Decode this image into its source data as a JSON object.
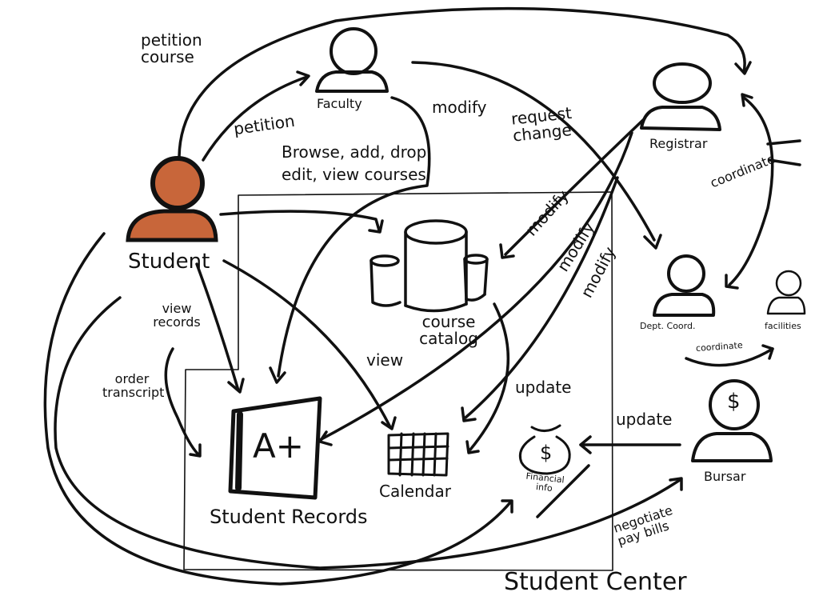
{
  "labels": {
    "petition_course": "petition course",
    "faculty": "Faculty",
    "petition": "petition",
    "modify_faculty": "modify",
    "request_change": "request change",
    "registrar": "Registrar",
    "browse": "Browse, add, drop, edit, view courses",
    "coordinate_right": "coordinate",
    "student": "Student",
    "modify_1": "modify",
    "modify_2": "modify",
    "modify_3": "modify",
    "view_records": "view records",
    "course_catalog": "course catalog",
    "dept_coord": "Dept. Coord.",
    "facilities": "facilities",
    "coordinate_bottom": "coordinate",
    "view": "view",
    "order_transcript": "order transcript",
    "update_calendar": "update",
    "update_financial": "update",
    "bursar": "Bursar",
    "financial_info": "Financial info",
    "calendar": "Calendar",
    "student_records": "Student Records",
    "negotiate_pay_bills": "negotiate pay bills",
    "student_center": "Student Center",
    "grade_mark": "A+",
    "dollar_sign": "$"
  },
  "colors": {
    "ink": "#111111",
    "student_fill": "#c8663a"
  }
}
